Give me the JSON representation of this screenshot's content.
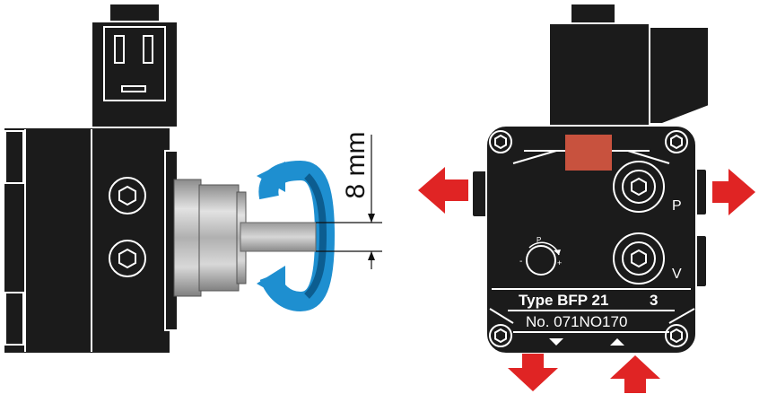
{
  "dimension": {
    "value_label": "8 mm"
  },
  "pump_front": {
    "type_label": "Type BFP 21",
    "type_suffix": "3",
    "number_label": "No. 071NO170",
    "port_p": "P",
    "port_v": "V",
    "adjuster": {
      "label": "P",
      "minus": "-",
      "plus": "+"
    }
  },
  "colors": {
    "body": "#1b1b1b",
    "outline": "#ffffff",
    "shaft": "#b9b9b9",
    "rotation_arrow": "#1e8fd0",
    "flow_arrow": "#e02424",
    "label_plate": "#c8523e"
  },
  "icons": [
    "rotation-arrow-icon",
    "flow-arrow-left-icon",
    "flow-arrow-right-icon",
    "inlet-arrow-up-icon",
    "outlet-arrow-down-icon"
  ]
}
